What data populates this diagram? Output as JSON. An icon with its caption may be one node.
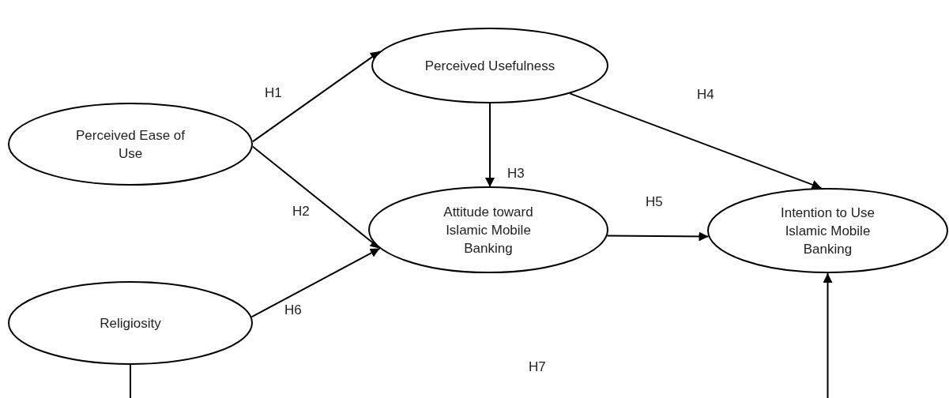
{
  "diagram": {
    "nodes": [
      {
        "text": [
          "Perceived Usefulness"
        ]
      },
      {
        "text": [
          "Perceived Ease of Use"
        ]
      },
      {
        "text": [
          "Attitude toward Islamic Mobile Banking"
        ]
      },
      {
        "text": [
          "Intention to Use Islamic Mobile Banking"
        ]
      },
      {
        "text": [
          "Religiosity"
        ]
      }
    ],
    "edges": [
      {
        "from": 1,
        "to": 0,
        "arrow": "to",
        "label": "H1"
      },
      {
        "from": 1,
        "to": 2,
        "arrow": "to",
        "label": "H2"
      },
      {
        "from": 0,
        "to": 2,
        "arrow": "to",
        "label": "H3"
      },
      {
        "from": 0,
        "to": 3,
        "arrow": "to",
        "label": "H4"
      },
      {
        "from": 2,
        "to": 3,
        "arrow": "to",
        "label": "H5"
      },
      {
        "from": 4,
        "to": 2,
        "arrow": "to",
        "label": "H6"
      },
      {
        "from": 4,
        "to": 3,
        "arrow": "to",
        "label": "H7"
      }
    ]
  }
}
